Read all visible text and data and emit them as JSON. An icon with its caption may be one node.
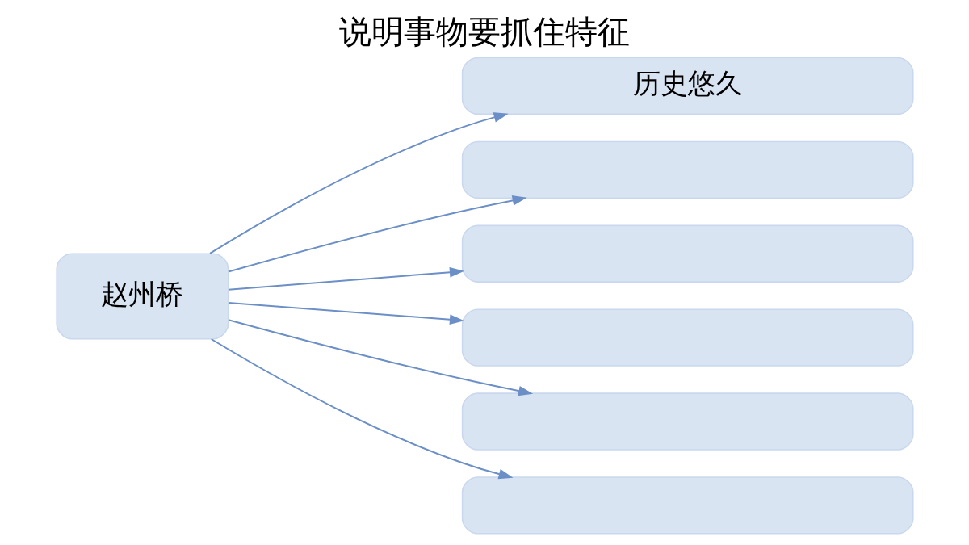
{
  "diagram": {
    "title": "说明事物要抓住特征",
    "nodes": [
      {
        "text": [
          "赵州桥"
        ]
      },
      {
        "text": [
          "历史悠久"
        ]
      },
      {
        "text": [],
        "shape": "box"
      },
      {
        "text": [],
        "shape": "box"
      },
      {
        "text": [],
        "shape": "box"
      },
      {
        "text": [],
        "shape": "box"
      },
      {
        "text": [],
        "shape": "box"
      }
    ],
    "edges": [
      {
        "from": 0,
        "to": 1,
        "arrow": "to"
      },
      {
        "from": 0,
        "to": 2,
        "arrow": "to"
      },
      {
        "from": 0,
        "to": 3,
        "arrow": "to"
      },
      {
        "from": 0,
        "to": 4,
        "arrow": "to"
      },
      {
        "from": 0,
        "to": 5,
        "arrow": "to"
      },
      {
        "from": 0,
        "to": 6,
        "arrow": "to"
      }
    ]
  }
}
